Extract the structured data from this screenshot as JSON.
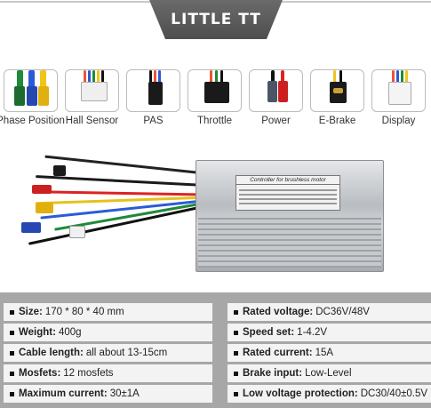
{
  "banner": {
    "title": "LITTLE TT"
  },
  "connectors": [
    {
      "label": "Phase Position",
      "icon": "phase-connector-icon"
    },
    {
      "label": "Hall Sensor",
      "icon": "hall-sensor-connector-icon"
    },
    {
      "label": "PAS",
      "icon": "pas-connector-icon"
    },
    {
      "label": "Throttle",
      "icon": "throttle-connector-icon"
    },
    {
      "label": "Power",
      "icon": "power-connector-icon"
    },
    {
      "label": "E-Brake",
      "icon": "ebrake-connector-icon"
    },
    {
      "label": "Display",
      "icon": "display-connector-icon"
    }
  ],
  "controller": {
    "label_title": "Controller for brushless motor"
  },
  "specs": [
    {
      "key": "Size:",
      "value": "170 * 80 * 40 mm"
    },
    {
      "key": "Rated voltage:",
      "value": "DC36V/48V"
    },
    {
      "key": "Weight:",
      "value": "400g"
    },
    {
      "key": "Speed set:",
      "value": "1-4.2V"
    },
    {
      "key": "Cable length:",
      "value": "all about 13-15cm"
    },
    {
      "key": "Rated current:",
      "value": "15A"
    },
    {
      "key": "Mosfets:",
      "value": "12 mosfets"
    },
    {
      "key": "Brake input:",
      "value": "Low-Level"
    },
    {
      "key": "Maximum current:",
      "value": "30±1A"
    },
    {
      "key": "Low voltage protection:",
      "value": "DC30/40±0.5V"
    }
  ],
  "colors": {
    "banner": "#5a5a5a",
    "spec_background": "#a7a7a7",
    "spec_cell": "#f3f3f3"
  }
}
